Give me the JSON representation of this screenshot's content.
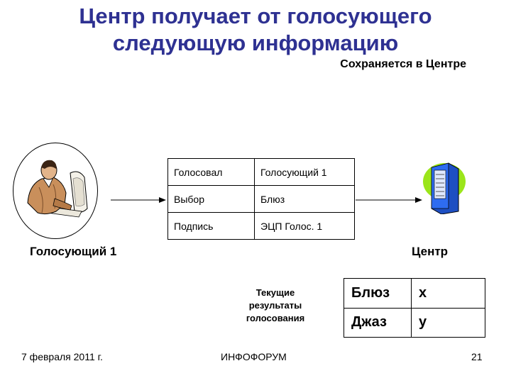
{
  "title_line1": "Центр получает от голосующего",
  "title_line2": "следующую информацию",
  "subtitle": "Сохраняется в Центре",
  "info_table": [
    [
      "Голосовал",
      "Голосующий 1"
    ],
    [
      "Выбор",
      "Блюз"
    ],
    [
      "Подпись",
      "ЭЦП Голос. 1"
    ]
  ],
  "voter_label": "Голосующий 1",
  "center_label": "Центр",
  "results_label": "Текущие результаты голосования",
  "results_table": [
    [
      "Блюз",
      "x"
    ],
    [
      "Джаз",
      "y"
    ]
  ],
  "footer": {
    "date": "7 февраля 2011 г.",
    "center": "ИНФОФОРУМ",
    "page": "21"
  },
  "colors": {
    "title": "#2e3192"
  },
  "icons": {
    "voter": "person-at-computer-icon",
    "center": "server-icon"
  }
}
